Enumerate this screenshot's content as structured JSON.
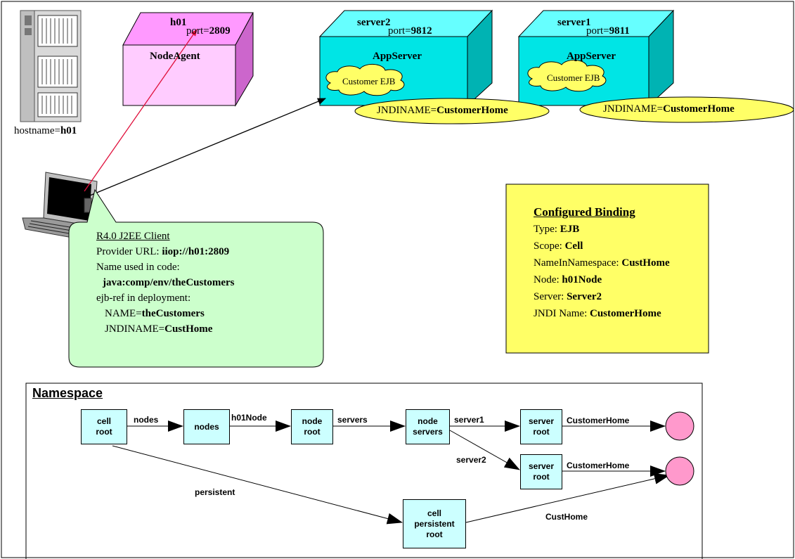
{
  "host": {
    "hostname_prefix": "hostname=",
    "hostname_value": "h01"
  },
  "nodeagent": {
    "name": "h01",
    "port_prefix": "port=",
    "port_value": "2809",
    "label": "NodeAgent"
  },
  "server2": {
    "name": "server2",
    "port_prefix": "port=",
    "port_value": "9812",
    "label": "AppServer",
    "ejb": "Customer EJB",
    "jndi_prefix": "JNDINAME=",
    "jndi_value": "CustomerHome"
  },
  "server1": {
    "name": "server1",
    "port_prefix": "port=",
    "port_value": "9811",
    "label": "AppServer",
    "ejb": "Customer EJB",
    "jndi_prefix": "JNDINAME=",
    "jndi_value": "CustomerHome"
  },
  "client": {
    "title": "R4.0 J2EE Client",
    "provider_prefix": "Provider URL: ",
    "provider_value": "iiop://h01:2809",
    "name_used": "Name used in code:",
    "name_value": "java:comp/env/theCustomers",
    "ejbref": "ejb-ref in deployment:",
    "ref_name_prefix": "NAME=",
    "ref_name_value": "theCustomers",
    "ref_jndi_prefix": "JNDINAME=",
    "ref_jndi_value": "CustHome"
  },
  "binding": {
    "title": "Configured Binding",
    "rows": [
      {
        "label": "Type: ",
        "value": "EJB"
      },
      {
        "label": "Scope: ",
        "value": "Cell"
      },
      {
        "label": "NameInNamespace: ",
        "value": "CustHome"
      },
      {
        "label": "Node: ",
        "value": "h01Node"
      },
      {
        "label": "Server: ",
        "value": "Server2"
      },
      {
        "label": "JNDI Name: ",
        "value": "CustomerHome"
      }
    ]
  },
  "namespace": {
    "title": "Namespace",
    "nodes": {
      "cell_root": "cell\nroot",
      "nodes": "nodes",
      "node_root": "node\nroot",
      "node_servers": "node\nservers",
      "server_root_1": "server\nroot",
      "server_root_2": "server\nroot",
      "cell_persistent_root": "cell\npersistent\nroot"
    },
    "edges": {
      "nodes": "nodes",
      "h01node": "h01Node",
      "servers": "servers",
      "server1": "server1",
      "server2": "server2",
      "customerhome_1": "CustomerHome",
      "customerhome_2": "CustomerHome",
      "persistent": "persistent",
      "custhome": "CustHome"
    }
  },
  "colors": {
    "nodeagent_front": "#ffccff",
    "nodeagent_top": "#ff99ff",
    "nodeagent_side": "#cc66cc",
    "server_front": "#00e5e5",
    "server_top": "#66ffff",
    "server_side": "#00b3b3",
    "ejb_cloud": "#ffff66",
    "callout": "#ccffcc",
    "binding": "#ffff66",
    "ns_box": "#ccffff",
    "ns_circle": "#ff99cc",
    "red_line": "#e0103c"
  }
}
